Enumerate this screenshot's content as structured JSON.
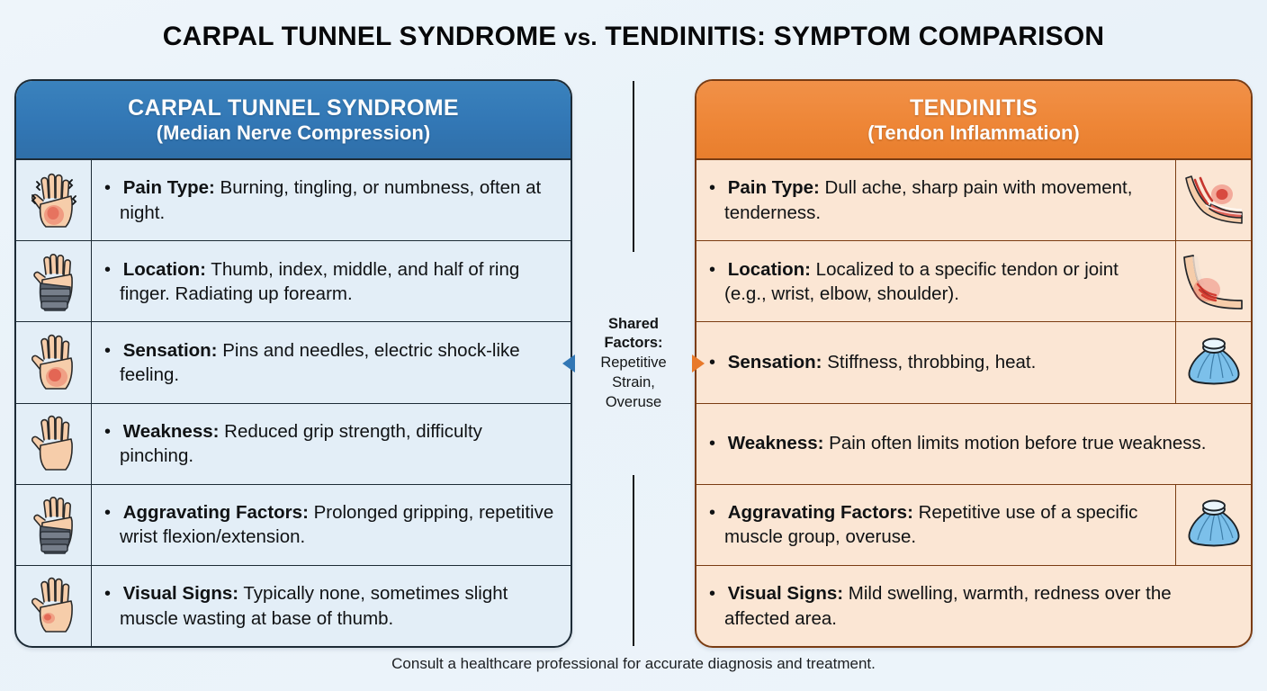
{
  "title": {
    "part1": "CARPAL TUNNEL SYNDROME ",
    "vs": "vs.",
    "part2": " TENDINITIS: SYMPTOM COMPARISON"
  },
  "colors": {
    "left_header": "#3277b5",
    "right_header": "#ee8637",
    "left_body": "#e3eef7",
    "right_body": "#fbe6d4",
    "background": "#eef5fa",
    "border_left": "#1d2b36",
    "border_right": "#7a3c12",
    "left_arrow": "#3277b5",
    "right_arrow": "#e8792a"
  },
  "left_panel": {
    "heading": "CARPAL TUNNEL SYNDROME",
    "subheading": "(Median Nerve Compression)",
    "icon_side": "left",
    "rows": [
      {
        "icon": "hand-with-pain-lines-icon",
        "label": "Pain Type:",
        "text": " Burning, tingling, or numbness, often at night."
      },
      {
        "icon": "hand-with-wrist-brace-icon",
        "label": "Location:",
        "text": " Thumb, index, middle, and half of ring finger. Radiating up forearm."
      },
      {
        "icon": "hand-with-red-palm-spot-icon",
        "label": "Sensation:",
        "text": " Pins and needles, electric shock-like feeling."
      },
      {
        "icon": "plain-hand-icon",
        "label": "Weakness:",
        "text": " Reduced grip strength, difficulty pinching."
      },
      {
        "icon": "hand-with-wrist-brace-icon",
        "label": "Aggravating Factors:",
        "text": " Prolonged gripping, repetitive wrist flexion/extension."
      },
      {
        "icon": "hand-with-thumb-base-spot-icon",
        "label": "Visual Signs:",
        "text": " Typically none, sometimes slight muscle wasting at base of thumb."
      }
    ]
  },
  "right_panel": {
    "heading": "TENDINITIS",
    "subheading": "(Tendon Inflammation)",
    "icon_side": "right",
    "rows": [
      {
        "icon": "inflamed-tendon-anatomy-icon",
        "label": "Pain Type:",
        "text": " Dull ache, sharp pain with movement, tenderness."
      },
      {
        "icon": "inflamed-elbow-icon",
        "label": "Location:",
        "text": " Localized to a specific tendon or joint (e.g., wrist, elbow, shoulder)."
      },
      {
        "icon": "ice-pack-icon",
        "label": "Sensation:",
        "text": " Stiffness, throbbing, heat."
      },
      {
        "icon": "",
        "label": "Weakness:",
        "text": " Pain often limits motion before true weakness."
      },
      {
        "icon": "ice-pack-icon",
        "label": "Aggravating Factors:",
        "text": " Repetitive use of a specific muscle group, overuse."
      },
      {
        "icon": "",
        "label": "Visual Signs:",
        "text": " Mild swelling, warmth, redness over the affected area."
      }
    ]
  },
  "center": {
    "title_line1": "Shared",
    "title_line2": "Factors:",
    "body_line1": "Repetitive",
    "body_line2": "Strain,",
    "body_line3": "Overuse",
    "left_arrow_icon": "triangle-left-icon",
    "right_arrow_icon": "triangle-right-icon"
  },
  "footer": {
    "text": "Consult a healthcare professional for accurate diagnosis and treatment."
  }
}
